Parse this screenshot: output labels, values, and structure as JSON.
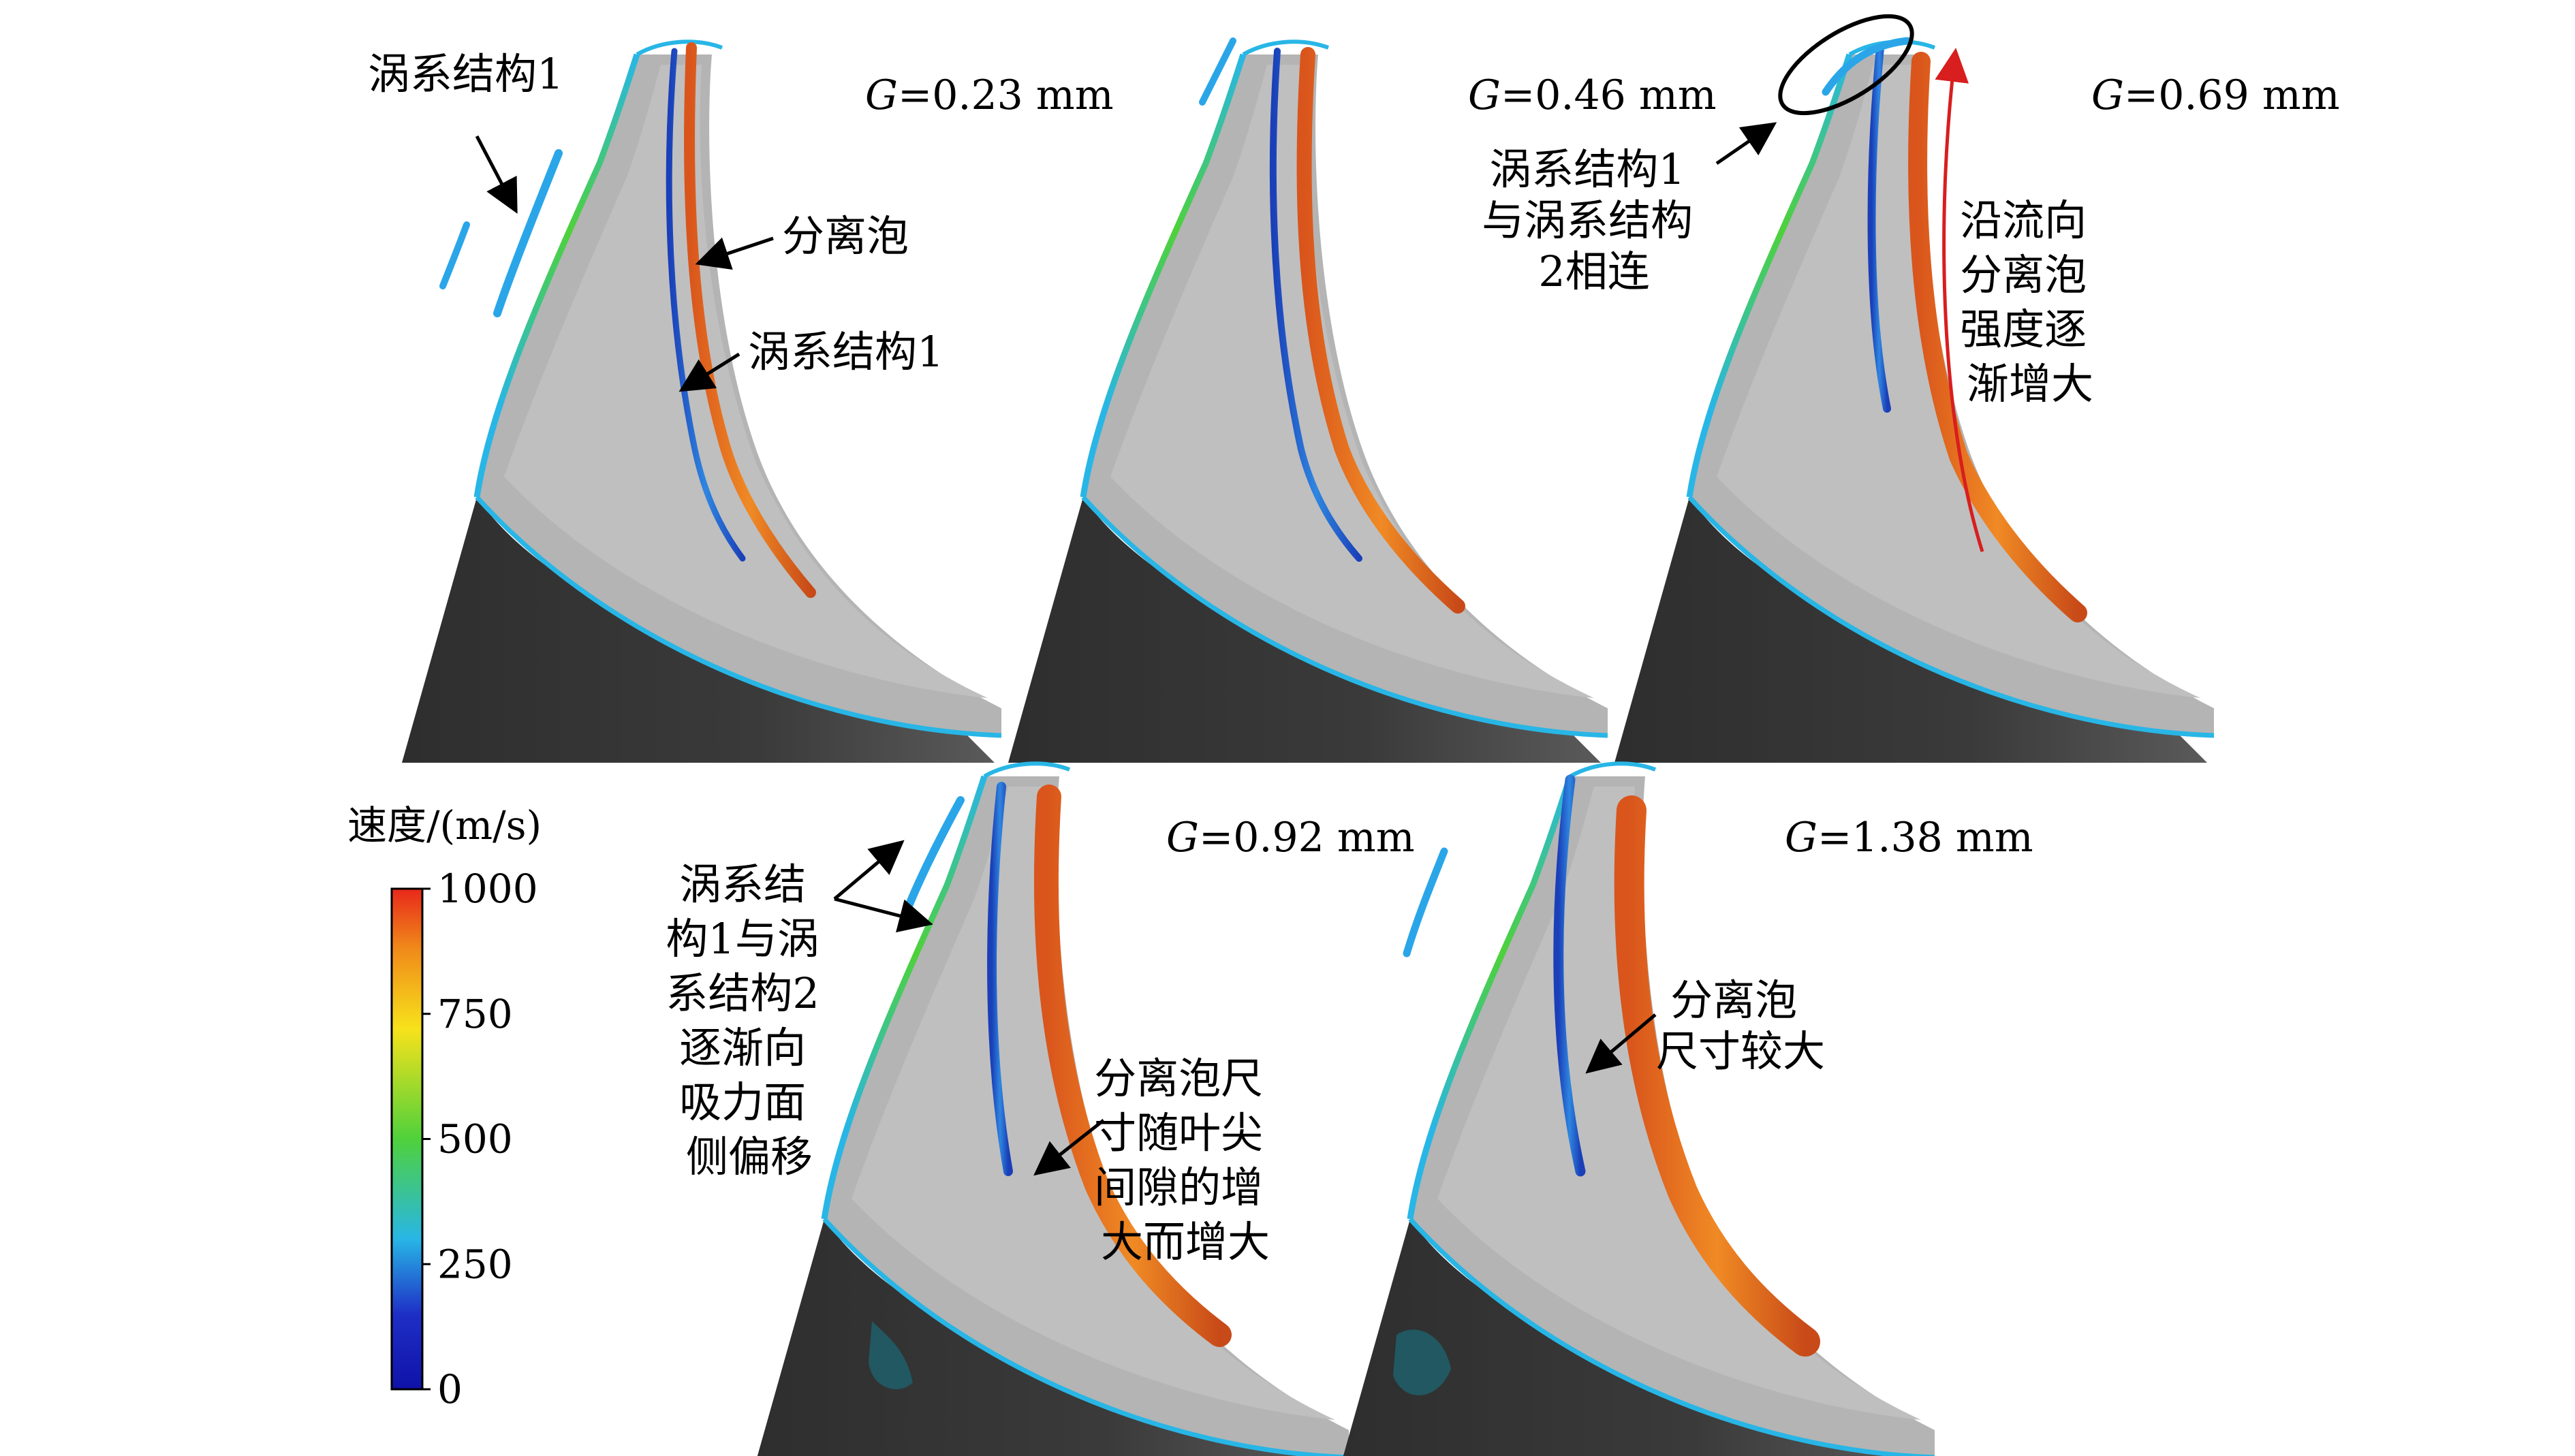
{
  "panels": [
    {
      "id": "g023",
      "g_label": "G",
      "g_value": "=0.23 mm"
    },
    {
      "id": "g046",
      "g_label": "G",
      "g_value": "=0.46 mm"
    },
    {
      "id": "g069",
      "g_label": "G",
      "g_value": "=0.69 mm"
    },
    {
      "id": "g092",
      "g_label": "G",
      "g_value": "=0.92 mm"
    },
    {
      "id": "g138",
      "g_label": "G",
      "g_value": "=1.38 mm"
    }
  ],
  "annotations": {
    "p1_vortex_outer": "涡系结构1",
    "p1_bubble": "分离泡",
    "p1_vortex_inner": "涡系结构1",
    "p3_connect": [
      "涡系结构1",
      "与涡系结构",
      "2相连"
    ],
    "p3_flow": [
      "沿流向",
      "分离泡",
      "强度逐",
      "渐增大"
    ],
    "p4_shift": [
      "涡系结",
      "构1与涡",
      "系结构2",
      "逐渐向",
      "吸力面",
      "侧偏移"
    ],
    "p4_size": [
      "分离泡尺",
      "寸随叶尖",
      "间隙的增",
      "大而增大"
    ],
    "p5_size": [
      "分离泡",
      "尺寸较大"
    ]
  },
  "legend": {
    "title": "速度/(m/s)",
    "ticks": [
      "1000",
      "750",
      "500",
      "250",
      "0"
    ],
    "tick_values": [
      1000,
      750,
      500,
      250,
      0
    ],
    "colors": [
      "#e8281a",
      "#f7e21b",
      "#4fd13b",
      "#28b6e6",
      "#1e2fc6",
      "#0f12a8"
    ]
  },
  "colors": {
    "blade": "#b4b4b4",
    "hub": "#3a3a3a",
    "separation_bubble": "#e8711f",
    "vortex": "#1e63d0",
    "flow_arrow": "#d81e1e"
  }
}
